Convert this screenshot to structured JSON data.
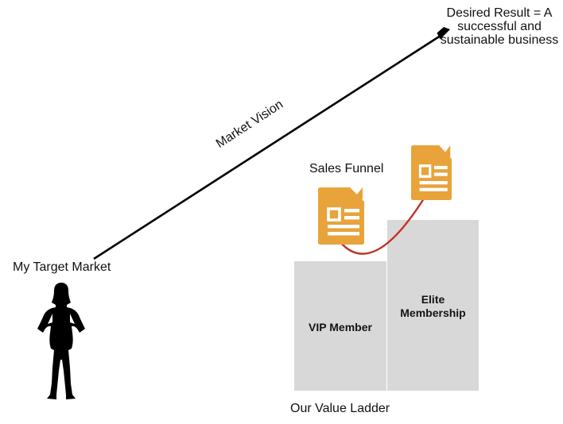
{
  "title": "Value Ladder Diagram",
  "labels": {
    "my_target_market": "My Target Market",
    "market_vision": "Market Vision",
    "desired_result_lines": {
      "0": "Desired Result = A",
      "1": "successful and",
      "2": "sustainable business"
    },
    "sales_funnel": "Sales Funnel",
    "our_value_ladder": "Our Value Ladder"
  },
  "ladder": {
    "caption": "Our Value Ladder",
    "steps": [
      {
        "label": "VIP Member"
      },
      {
        "label": "Elite Membership"
      }
    ]
  },
  "icons": {
    "person": "woman-silhouette-icon",
    "documents": "document-file-icon",
    "arrow": "growth-arrow-icon"
  },
  "colors": {
    "ink": "#111111",
    "silhouette_black": "#000000",
    "step_gray": "#d8d8d8",
    "doc_orange": "#e8a33b",
    "doc_content_white": "#ffffff",
    "connector_red": "#be3426",
    "arrow_black": "#000000"
  }
}
